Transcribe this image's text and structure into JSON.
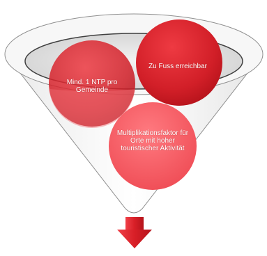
{
  "diagram": {
    "type": "funnel",
    "colors": {
      "circle_dark": "#d21f28",
      "circle_light": "#f25a63",
      "arrow": "#e0262e",
      "funnel_outline": "#8f8f8f"
    },
    "circles": [
      {
        "id": "circle-1",
        "label": "Mind. 1 NTP pro Gemeinde"
      },
      {
        "id": "circle-2",
        "label": "Zu Fuss erreichbar"
      },
      {
        "id": "circle-3",
        "label": "Multiplikationsfaktor für Orte mit hoher touristischer Aktivität"
      }
    ],
    "output_arrow": "down-arrow-icon"
  }
}
